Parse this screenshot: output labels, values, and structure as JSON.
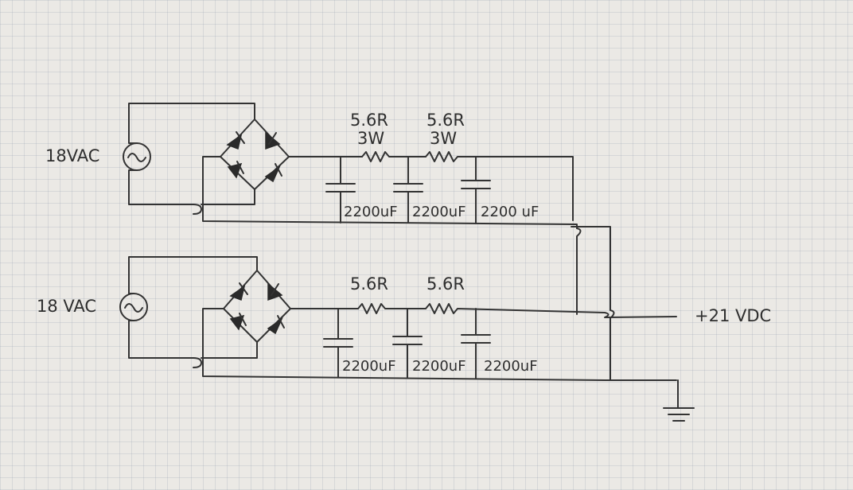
{
  "top_stage": {
    "source": "18VAC",
    "r1_value": "5.6R",
    "r1_power": "3W",
    "r2_value": "5.6R",
    "r2_power": "3W",
    "c1": "2200uF",
    "c2": "2200uF",
    "c3": "2200 uF"
  },
  "bottom_stage": {
    "source": "18 VAC",
    "r1_value": "5.6R",
    "r2_value": "5.6R",
    "c1": "2200uF",
    "c2": "2200uF",
    "c3": "2200uF"
  },
  "output_label": "+21 VDC",
  "icons": {
    "ac_source": "sine-wave-in-circle",
    "ground": "ground-symbol"
  }
}
